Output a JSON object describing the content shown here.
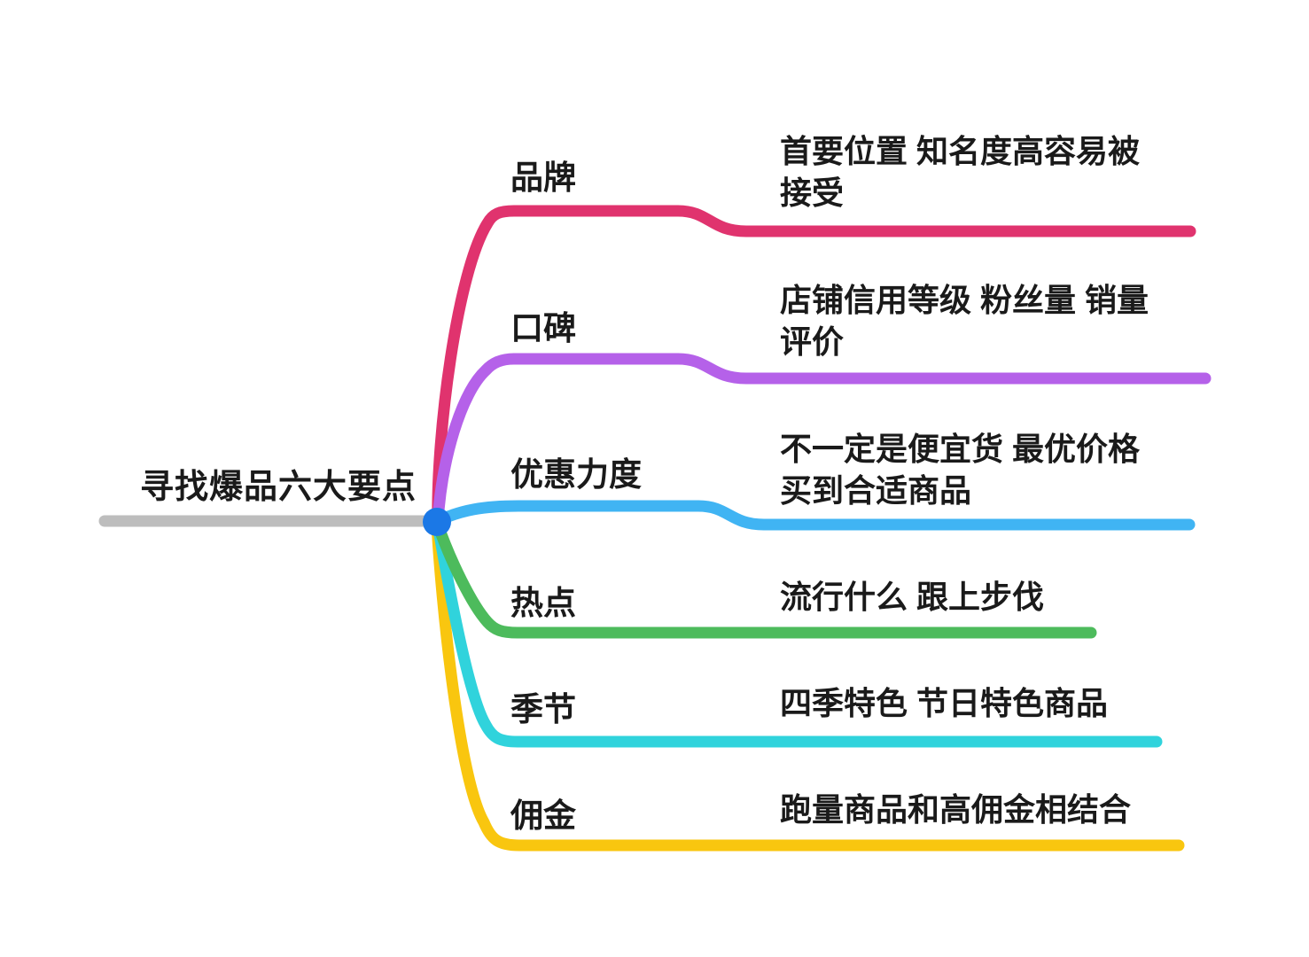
{
  "center": {
    "title": "寻找爆品六大要点",
    "line_color": "#BDBDBD",
    "hub_color": "#1B78E6"
  },
  "branches": [
    {
      "label": "品牌",
      "desc_lines": [
        "首要位置 知名度高容易被",
        "接受"
      ],
      "color": "#E0336E"
    },
    {
      "label": "口碑",
      "desc_lines": [
        "店铺信用等级 粉丝量 销量",
        "评价"
      ],
      "color": "#B561E9"
    },
    {
      "label": "优惠力度",
      "desc_lines": [
        "不一定是便宜货 最优价格",
        "买到合适商品"
      ],
      "color": "#40B4F3"
    },
    {
      "label": "热点",
      "desc_lines": [
        "流行什么 跟上步伐"
      ],
      "color": "#4DBB5C"
    },
    {
      "label": "季节",
      "desc_lines": [
        "四季特色 节日特色商品"
      ],
      "color": "#30D3DC"
    },
    {
      "label": "佣金",
      "desc_lines": [
        "跑量商品和高佣金相结合"
      ],
      "color": "#F9C60F"
    }
  ],
  "text_color": "#1a1a1a"
}
